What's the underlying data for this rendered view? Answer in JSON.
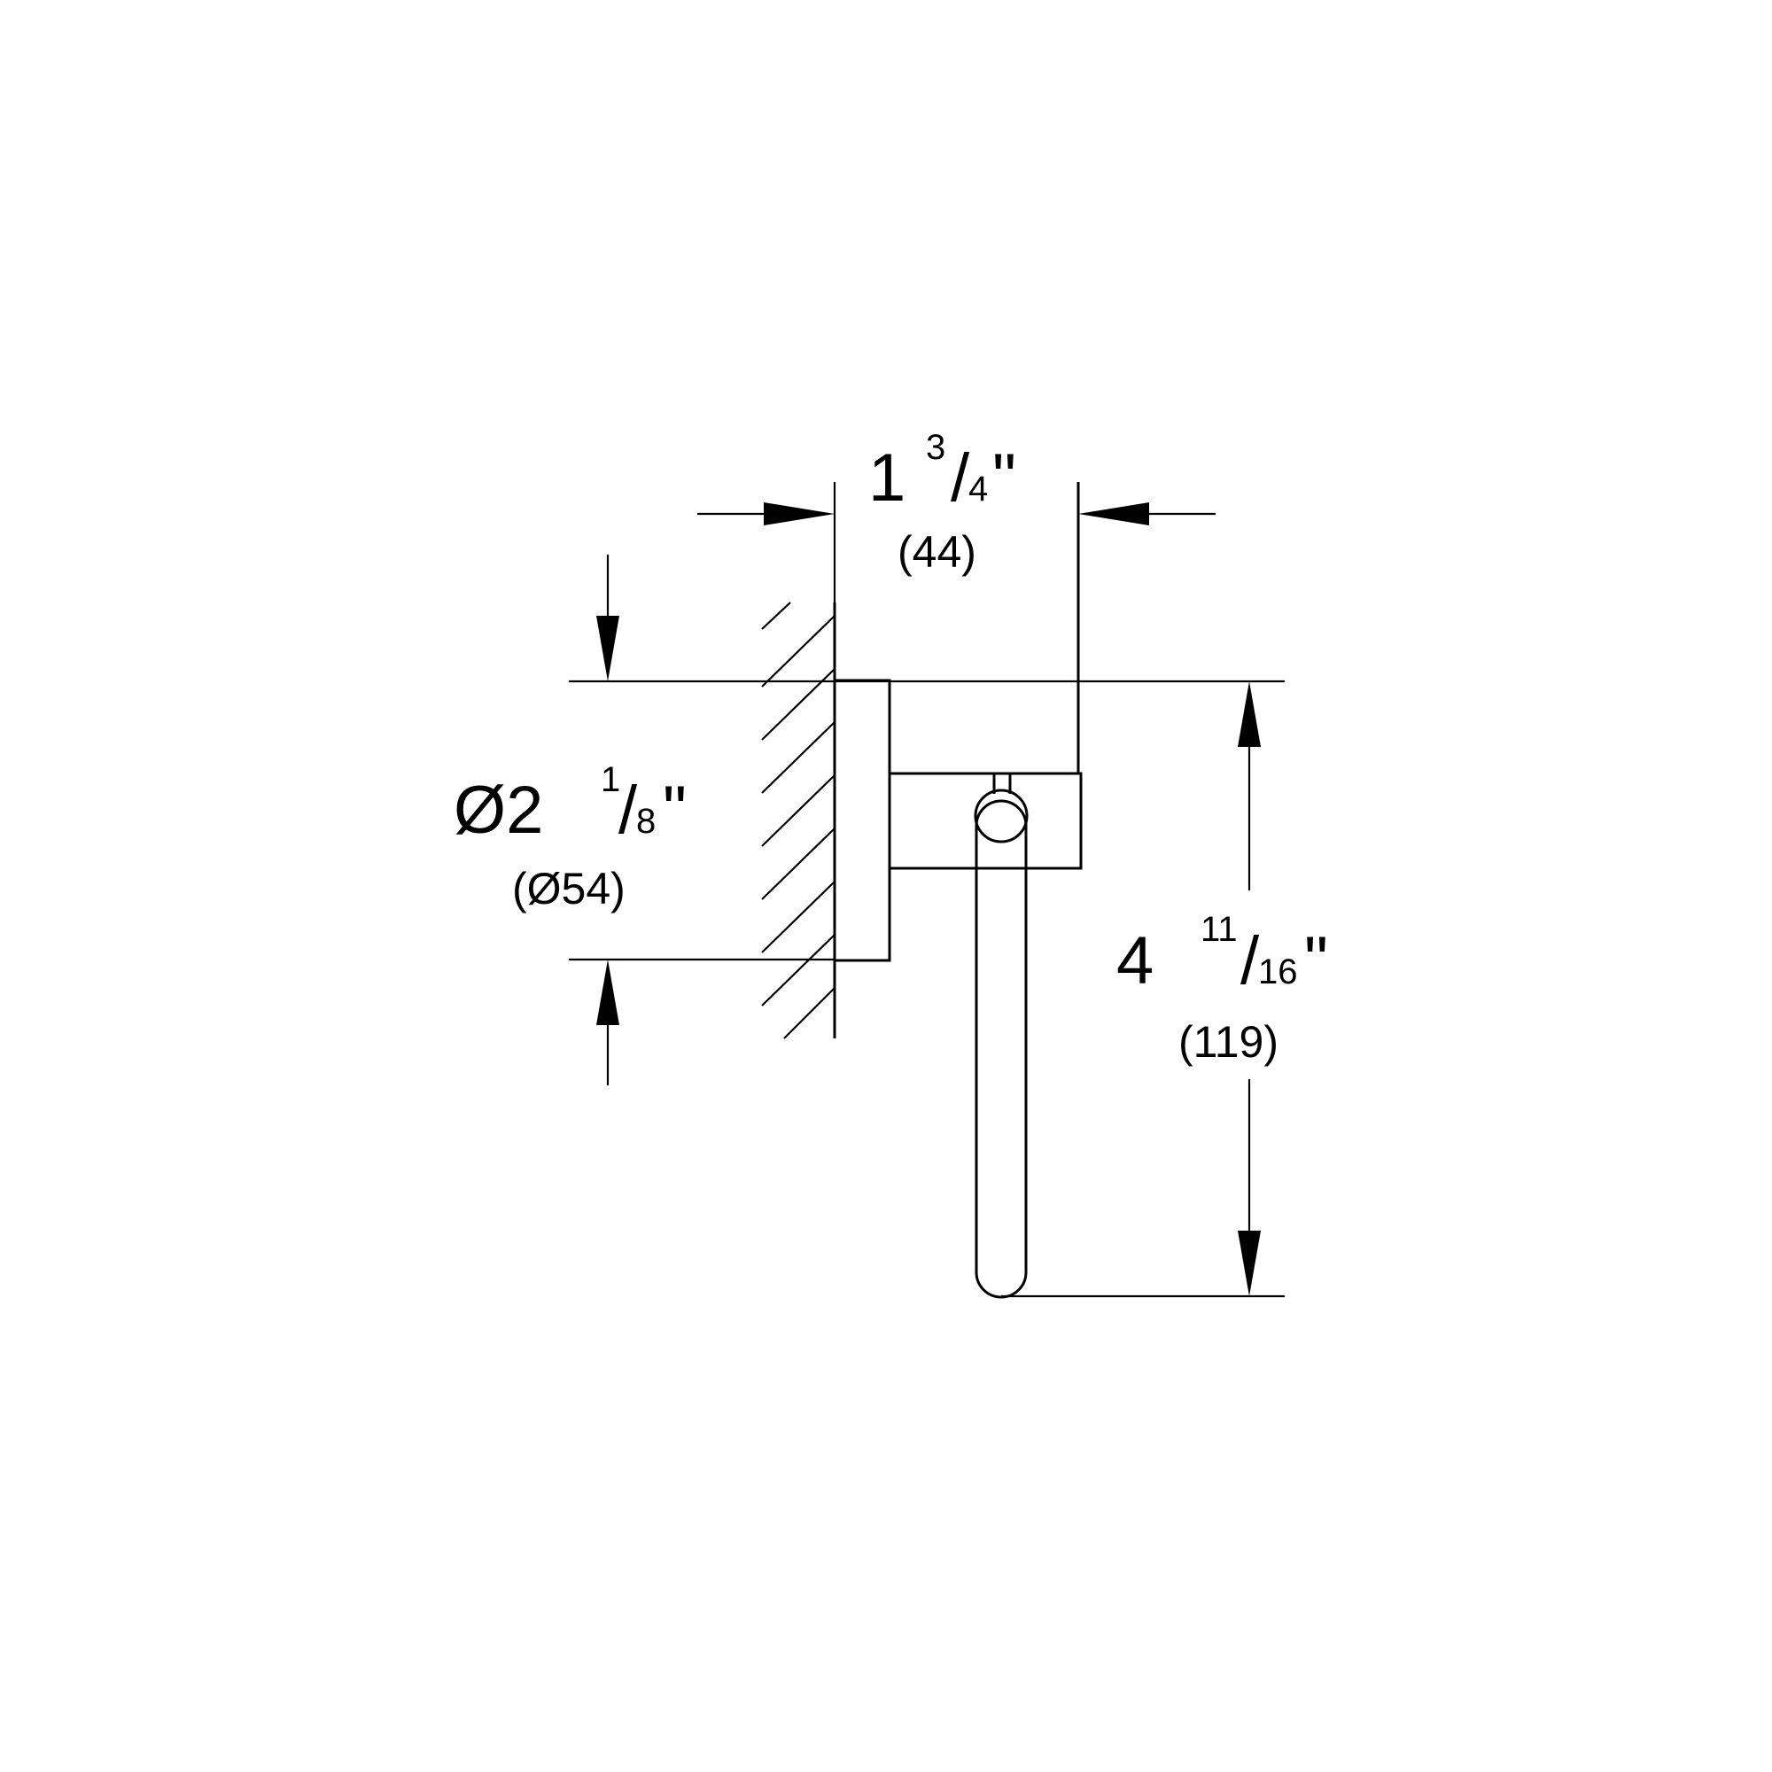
{
  "dimensions": {
    "depth": {
      "whole": "1",
      "numerator": "3",
      "denominator": "4",
      "unit": "\"",
      "metric": "(44)"
    },
    "diameter": {
      "whole": "Ø2",
      "numerator": "1",
      "denominator": "8",
      "unit": "\"",
      "metric": "(Ø54)"
    },
    "height": {
      "whole": "4",
      "numerator": "11",
      "denominator": "16",
      "unit": "\"",
      "metric": "(119)"
    }
  },
  "colors": {
    "line": "#000000",
    "background": "#ffffff"
  }
}
